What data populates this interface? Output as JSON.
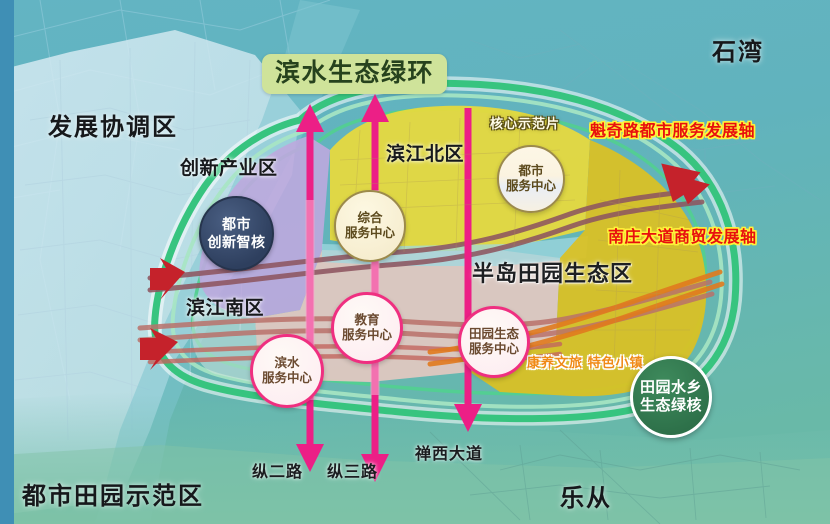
{
  "map": {
    "title_chip": "滨水生态绿环",
    "corner_labels": [
      {
        "id": "shiwan",
        "text": "石湾"
      },
      {
        "id": "lecong",
        "text": "乐从"
      },
      {
        "id": "demo-zone",
        "text": "都市田园示范区"
      },
      {
        "id": "coord-zone",
        "text": "发展协调区"
      }
    ],
    "zones": [
      {
        "id": "innovation-industry",
        "text": "创新产业区",
        "color": "#bca9dd"
      },
      {
        "id": "binjiang-north",
        "text": "滨江北区",
        "color": "#e4d53a"
      },
      {
        "id": "binjiang-south",
        "text": "滨江南区",
        "color": "#e3c7bf"
      },
      {
        "id": "peninsula-eco",
        "text": "半岛田园生态区",
        "color": "#ddc322"
      }
    ],
    "sub_labels": [
      {
        "id": "core-demo-area",
        "text": "核心示范片",
        "style": "white-outline"
      },
      {
        "id": "health-tourism",
        "text": "康养文旅\n特色小镇",
        "style": "orange-outline"
      }
    ],
    "nodes": [
      {
        "id": "urban-innovation-core",
        "line1": "都市",
        "line2": "创新智核",
        "style": "navy"
      },
      {
        "id": "comprehensive-service",
        "line1": "综合",
        "line2": "服务中心",
        "style": "cream"
      },
      {
        "id": "urban-service-center",
        "line1": "都市",
        "line2": "服务中心",
        "style": "cream2"
      },
      {
        "id": "education-service",
        "line1": "教育",
        "line2": "服务中心",
        "style": "pink"
      },
      {
        "id": "waterfront-service",
        "line1": "滨水",
        "line2": "服务中心",
        "style": "pink"
      },
      {
        "id": "rural-eco-service",
        "line1": "田园生态",
        "line2": "服务中心",
        "style": "pink"
      },
      {
        "id": "rural-water-green-core",
        "line1": "田园水乡",
        "line2": "生态绿核",
        "style": "green"
      }
    ],
    "axes": [
      {
        "id": "kuiqi-road-axis",
        "text": "魁奇路都市服务发展轴"
      },
      {
        "id": "nanzhuang-ave-axis",
        "text": "南庄大道商贸发展轴"
      }
    ],
    "roads": [
      {
        "id": "zong-er-lu",
        "text": "纵二路"
      },
      {
        "id": "zong-san-lu",
        "text": "纵三路"
      },
      {
        "id": "chanxi-avenue",
        "text": "禅西大道"
      }
    ],
    "colors": {
      "water": "#5fb2bd",
      "green_ring": "#4cc98a",
      "pink_arrow": "#ec1f86",
      "red_arrow": "#c5222b",
      "road_maroon": "#8d5560",
      "road_orange": "#e07a1e",
      "axis_red": "#e8100e",
      "chip_bg": "#cfe39a",
      "chip_text": "#26421d"
    }
  }
}
